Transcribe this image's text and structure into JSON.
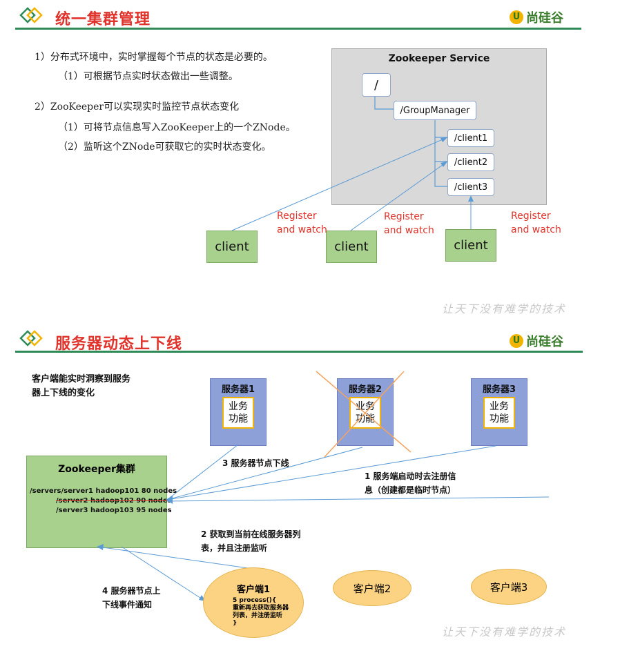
{
  "section1": {
    "title": "统一集群管理",
    "logo_text": "尚硅谷",
    "lines": [
      "1）分布式环境中，实时掌握每个节点的状态是必要的。",
      "（1）可根据节点实时状态做出一些调整。",
      "2）ZooKeeper可以实现实时监控节点状态变化",
      "（1）可将节点信息写入ZooKeeper上的一个ZNode。",
      "（2）监听这个ZNode可获取它的实时状态变化。"
    ],
    "zk_title": "Zookeeper Service",
    "nodes": {
      "root": "/",
      "group": "/GroupManager",
      "c1": "/client1",
      "c2": "/client2",
      "c3": "/client3"
    },
    "clients": [
      "client",
      "client",
      "client"
    ],
    "register_line1": "Register",
    "register_line2": "and watch",
    "watermark": "让天下没有难学的技术"
  },
  "section2": {
    "title": "服务器动态上下线",
    "logo_text": "尚硅谷",
    "note": [
      "客户端能实时洞察到服务",
      "器上下线的变化"
    ],
    "servers": [
      {
        "title": "服务器1",
        "biz": [
          "业务",
          "功能"
        ]
      },
      {
        "title": "服务器2",
        "biz": [
          "业务",
          "功能"
        ]
      },
      {
        "title": "服务器3",
        "biz": [
          "业务",
          "功能"
        ]
      }
    ],
    "cluster_title": "Zookeeper集群",
    "cluster_lines": [
      "/servers/server1  hadoop101  80 nodes",
      "/server2 hadoop102  90 nodes",
      "/server3 hadoop103  95 nodes"
    ],
    "step3": "3 服务器节点下线",
    "step1": [
      "1  服务端启动时去注册信",
      "息（创建都是临时节点）"
    ],
    "step2": [
      "2  获取到当前在线服务器列",
      "表，并且注册监听"
    ],
    "step4": [
      "4  服务器节点上",
      "下线事件通知"
    ],
    "client1_title": "客户端1",
    "client1_lines": [
      "5 process(){",
      "重新再去获取服务器",
      "列表，并注册监听",
      "}"
    ],
    "client2": "客户端2",
    "client3": "客户端3",
    "watermark": "让天下没有难学的技术"
  },
  "colors": {
    "title_red": "#e0332b",
    "rule_green": "#2e8b57",
    "client_green": "#a9d18e",
    "server_blue": "#8da0d8",
    "arrow_blue": "#5b9bd5",
    "cross": "#f4a460"
  }
}
